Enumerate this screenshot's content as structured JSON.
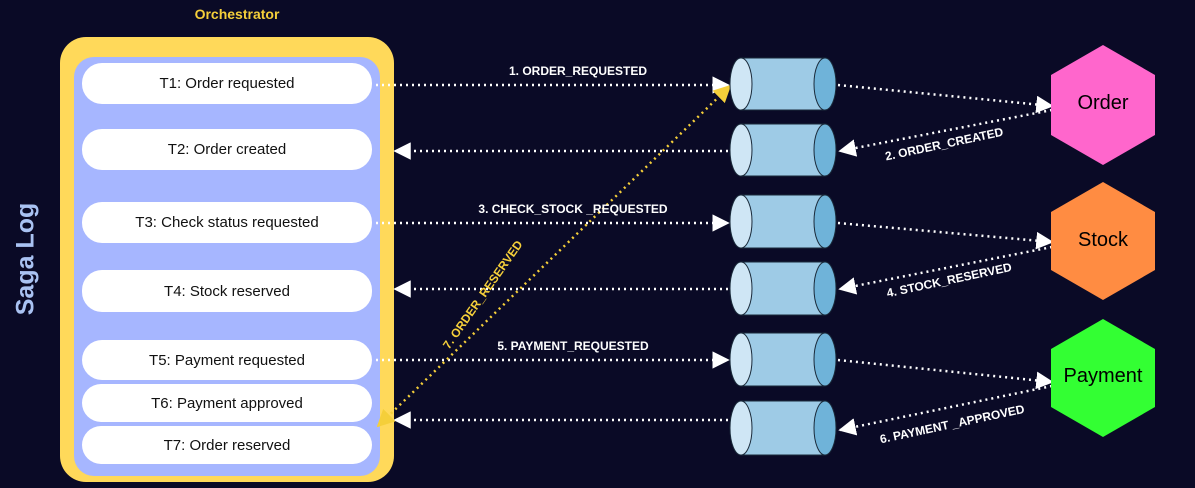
{
  "orchestrator": {
    "title": "Orchestrator"
  },
  "saga_log": {
    "label": "Saga Log"
  },
  "steps": [
    {
      "label": "T1: Order requested"
    },
    {
      "label": "T2: Order created"
    },
    {
      "label": "T3: Check status requested"
    },
    {
      "label": "T4: Stock reserved"
    },
    {
      "label": "T5: Payment requested"
    },
    {
      "label": "T6: Payment approved"
    },
    {
      "label": "T7: Order reserved"
    }
  ],
  "services": [
    {
      "label": "Order",
      "color": "#ff66cc"
    },
    {
      "label": "Stock",
      "color": "#ff8c42"
    },
    {
      "label": "Payment",
      "color": "#33ff33"
    }
  ],
  "messages": [
    {
      "label": "1. ORDER_REQUESTED"
    },
    {
      "label": "2. ORDER_CREATED"
    },
    {
      "label": "3. CHECK_STOCK _REQUESTED"
    },
    {
      "label": "4. STOCK_RESERVED"
    },
    {
      "label": "5. PAYMENT_REQUESTED"
    },
    {
      "label": "6. PAYMENT _APPROVED"
    },
    {
      "label": "7. ORDER_RESERVED"
    }
  ],
  "colors": {
    "background": "#0a0a26",
    "orchestrator_border": "#ffd95a",
    "orchestrator_fill": "#a6b6ff",
    "queue_fill": "#9ecbe6",
    "queue_cap": "#cfe6f5",
    "arrow": "#ffffff",
    "reserved_arrow": "#f5cf3a"
  }
}
